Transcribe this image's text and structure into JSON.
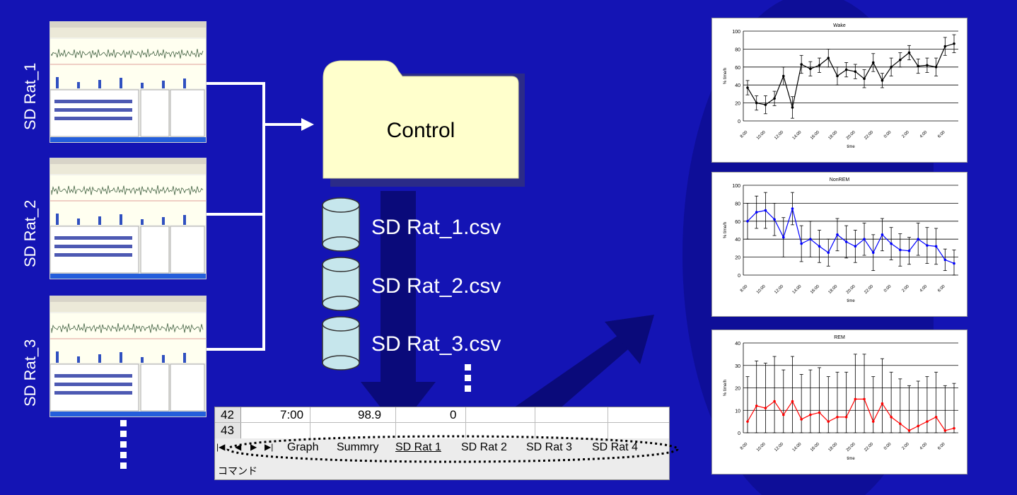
{
  "rats": [
    {
      "label": "SD Rat_1"
    },
    {
      "label": "SD Rat_2"
    },
    {
      "label": "SD Rat_3"
    }
  ],
  "folder": {
    "label": "Control"
  },
  "files": [
    {
      "label": "SD Rat_1.csv"
    },
    {
      "label": "SD Rat_2.csv"
    },
    {
      "label": "SD Rat_3.csv"
    }
  ],
  "spreadsheet": {
    "row1": {
      "num": "42",
      "c1": "7:00",
      "c2": "98.9",
      "c3": "0"
    },
    "row2": {
      "num": "43"
    },
    "tabs": [
      "Graph",
      "Summry",
      "SD Rat 1",
      "SD Rat 2",
      "SD Rat 3",
      "SD Rat 4"
    ],
    "status": "コマンド"
  },
  "colors": {
    "background": "#1414b4",
    "folder": "#ffffcc",
    "cylinder": "#c6e6ec",
    "arrow": "#0a0a7a",
    "wake": "#000000",
    "nonrem": "#0000ff",
    "rem": "#ff0000"
  },
  "chart_data": [
    {
      "type": "line",
      "title": "Wake",
      "ylabel": "% time/h",
      "xlabel": "time",
      "ylim": [
        0,
        100
      ],
      "yticks": [
        "0",
        "20",
        "40",
        "60",
        "80",
        "100"
      ],
      "xticks": [
        "8:00",
        "10:00",
        "12:00",
        "14:00",
        "16:00",
        "18:00",
        "20:00",
        "22:00",
        "0:00",
        "2:00",
        "4:00",
        "6:00"
      ],
      "values": [
        37,
        20,
        18,
        25,
        50,
        15,
        63,
        58,
        62,
        70,
        50,
        57,
        55,
        47,
        65,
        45,
        60,
        68,
        76,
        61,
        62,
        60,
        83,
        86
      ],
      "errors": [
        8,
        8,
        10,
        8,
        10,
        12,
        10,
        8,
        8,
        10,
        10,
        8,
        8,
        10,
        10,
        8,
        10,
        8,
        8,
        8,
        8,
        10,
        10,
        10
      ]
    },
    {
      "type": "line",
      "title": "NonREM",
      "ylabel": "% time/h",
      "xlabel": "time",
      "ylim": [
        0,
        100
      ],
      "yticks": [
        "0",
        "20",
        "40",
        "60",
        "80",
        "100"
      ],
      "xticks": [
        "8:00",
        "10:00",
        "12:00",
        "14:00",
        "16:00",
        "18:00",
        "20:00",
        "22:00",
        "0:00",
        "2:00",
        "4:00",
        "6:00"
      ],
      "values": [
        60,
        70,
        72,
        62,
        42,
        74,
        35,
        40,
        32,
        25,
        45,
        37,
        32,
        40,
        25,
        45,
        35,
        28,
        27,
        40,
        33,
        32,
        17,
        13
      ],
      "errors": [
        20,
        18,
        20,
        18,
        22,
        18,
        20,
        20,
        18,
        15,
        18,
        18,
        18,
        18,
        20,
        18,
        18,
        18,
        15,
        18,
        20,
        20,
        12,
        15
      ]
    },
    {
      "type": "line",
      "title": "REM",
      "ylabel": "% time/h",
      "xlabel": "time",
      "ylim": [
        0,
        40
      ],
      "yticks": [
        "0",
        "10",
        "20",
        "30",
        "40"
      ],
      "xticks": [
        "8:00",
        "10:00",
        "12:00",
        "14:00",
        "16:00",
        "18:00",
        "20:00",
        "22:00",
        "0:00",
        "2:00",
        "4:00",
        "6:00"
      ],
      "values": [
        5,
        12,
        11,
        14,
        8,
        14,
        6,
        8,
        9,
        5,
        7,
        7,
        15,
        15,
        5,
        13,
        7,
        4,
        1,
        3,
        5,
        7,
        1,
        2
      ],
      "errors": [
        20,
        20,
        20,
        20,
        20,
        20,
        20,
        20,
        20,
        20,
        20,
        20,
        20,
        20,
        20,
        20,
        20,
        20,
        20,
        20,
        20,
        20,
        20,
        20
      ]
    }
  ]
}
